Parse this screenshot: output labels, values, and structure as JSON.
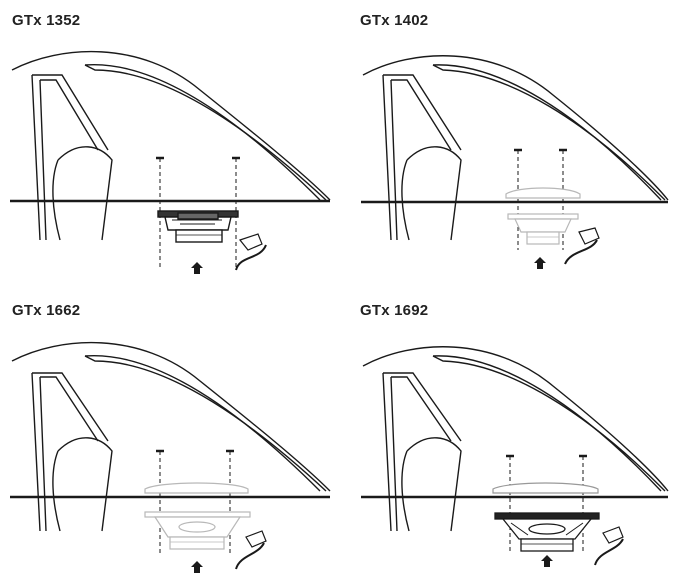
{
  "diagrams": [
    {
      "title": "GTx 1352",
      "style": "dark-shallow"
    },
    {
      "title": "GTx 1402",
      "style": "light-mid"
    },
    {
      "title": "GTx 1662",
      "style": "light-large"
    },
    {
      "title": "GTx 1692",
      "style": "dark-large"
    }
  ],
  "colors": {
    "line": "#1a1a1a",
    "light_grey": "#b8b8b8",
    "mid_grey": "#888888"
  },
  "icons": [
    "car-door-panel-icon",
    "screw-icon",
    "speaker-icon",
    "wire-connector-icon",
    "up-arrow-icon"
  ]
}
